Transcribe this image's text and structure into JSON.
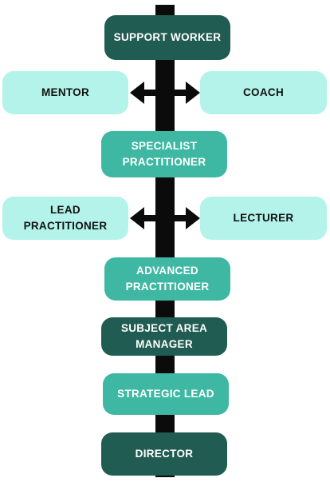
{
  "colors": {
    "spine": "#0b0b0b",
    "dark_node": "#215c52",
    "mid_node": "#3fb8a3",
    "light_node": "#b3f3e9",
    "arrow": "#0b0b0b"
  },
  "nodes": {
    "support_worker": {
      "line1": "SUPPORT WORKER",
      "line2": ""
    },
    "mentor": {
      "line1": "MENTOR",
      "line2": ""
    },
    "coach": {
      "line1": "COACH",
      "line2": ""
    },
    "specialist_practitioner": {
      "line1": "SPECIALIST",
      "line2": "PRACTITIONER"
    },
    "lead_practitioner": {
      "line1": "LEAD",
      "line2": "PRACTITIONER"
    },
    "lecturer": {
      "line1": "LECTURER",
      "line2": ""
    },
    "advanced_practitioner": {
      "line1": "ADVANCED",
      "line2": "PRACTITIONER"
    },
    "subject_area_manager": {
      "line1": "SUBJECT AREA",
      "line2": "MANAGER"
    },
    "strategic_lead": {
      "line1": "STRATEGIC LEAD",
      "line2": ""
    },
    "director": {
      "line1": "DIRECTOR",
      "line2": ""
    }
  }
}
